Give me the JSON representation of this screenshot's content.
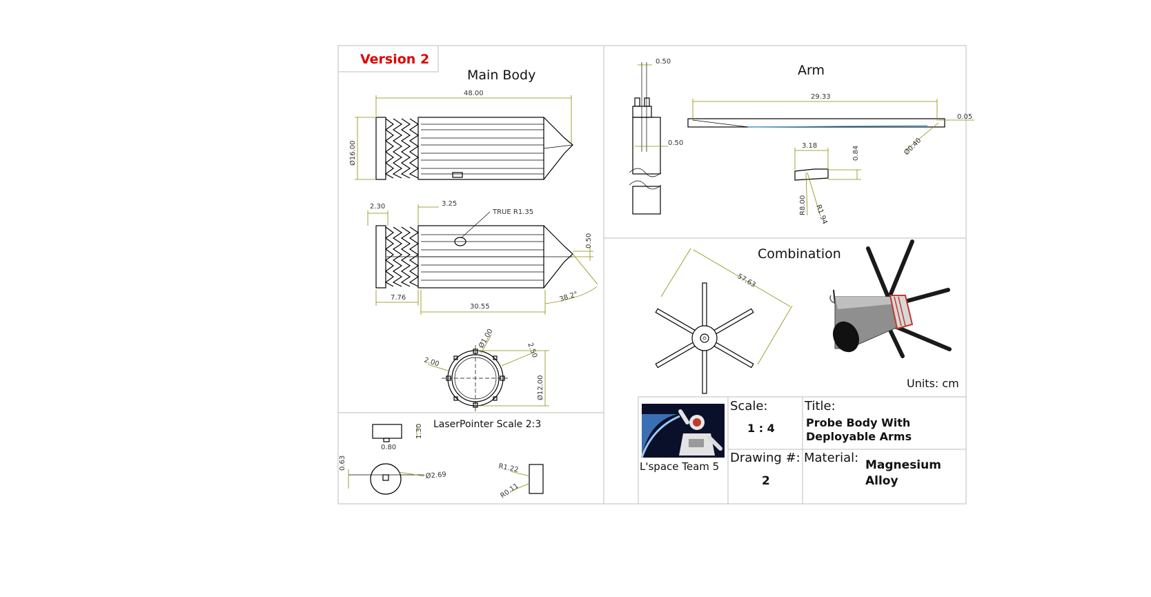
{
  "header": {
    "version_label": "Version 2",
    "version_color": "#e00000"
  },
  "views": {
    "main_body": "Main Body",
    "arm": "Arm",
    "combination": "Combination",
    "laser_pointer": "LaserPointer Scale 2:3",
    "units": "Units: cm"
  },
  "dimensions": {
    "main_length": "48.00",
    "main_diameter": "Ø16.00",
    "d_2_30": "2.30",
    "d_3_25": "3.25",
    "true_r": "TRUE R1.35",
    "d_0_50_tip": "0.50",
    "d_7_76": "7.76",
    "d_30_55": "30.55",
    "angle": "38.2°",
    "d_dia_1_00": "Ø1.00",
    "d_2_50": "2.50",
    "d_2_00": "2.00",
    "d_dia_12_00": "Ø12.00",
    "arm_top_050": "0.50",
    "arm_side_050": "0.50",
    "arm_length": "29.33",
    "arm_005": "0.05",
    "arm_dia_040": "Ø0.40",
    "arm_318": "3.18",
    "arm_084": "0.84",
    "arm_r800": "R8.00",
    "arm_r194": "R1.94",
    "comb_span": "57.63",
    "lp_130": "1.30",
    "lp_080": "0.80",
    "lp_063": "0.63",
    "lp_dia_269": "Ø2.69",
    "lp_r122": "R1.22",
    "lp_r011": "R0.11"
  },
  "title_block": {
    "team": "L'space Team 5",
    "scale_label": "Scale:",
    "scale_value": "1 : 4",
    "title_label": "Title:",
    "title_line1": "Probe Body With",
    "title_line2": "Deployable Arms",
    "drawing_label": "Drawing #:",
    "drawing_value": "2",
    "material_label": "Material:",
    "material_line1": "Magnesium",
    "material_line2": "Alloy"
  },
  "colors": {
    "dimension": "#8a8a00",
    "frame": "#bdbdbd",
    "arm_highlight": "#3aa0e0",
    "coil": "#c0392b"
  }
}
